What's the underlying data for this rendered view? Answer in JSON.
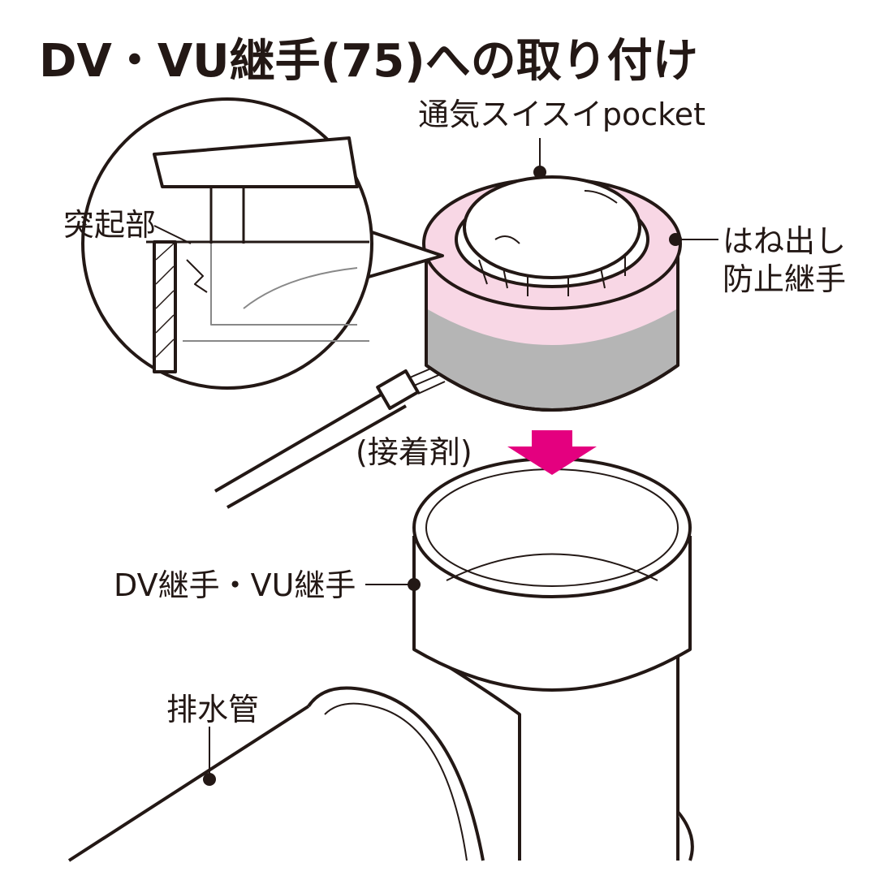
{
  "title": "DV・VU継手(75)への取り付け",
  "labels": {
    "product": "通気スイスイpocket",
    "anti_popout_line1": "はね出し",
    "anti_popout_line2": "防止継手",
    "protrusion": "突起部",
    "adhesive": "(接着剤)",
    "joint": "DV継手・VU継手",
    "drain_pipe": "排水管"
  },
  "colors": {
    "pink": "#f8d7e5",
    "gray": "#b5b5b5",
    "arrow": "#e4007f",
    "line": "#231815"
  }
}
